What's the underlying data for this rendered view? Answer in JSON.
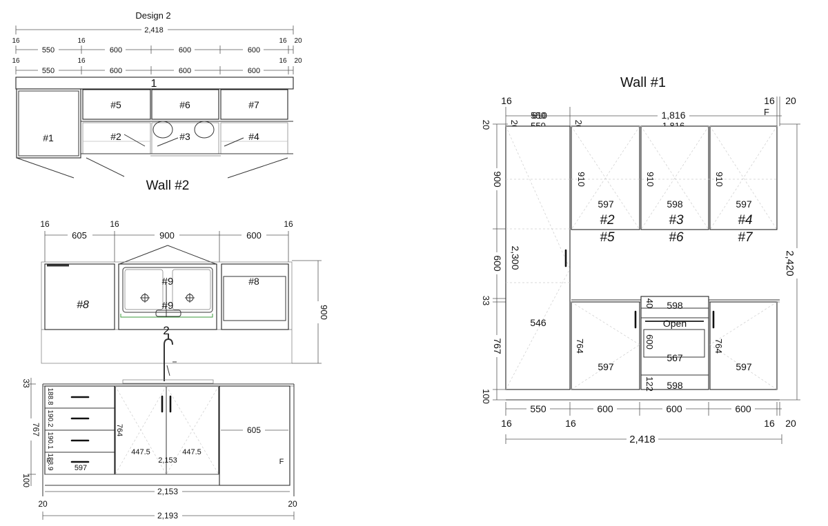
{
  "title": "Design 2",
  "plan2": {
    "label_wall": "Wall #2",
    "label_num": "1",
    "dim_total": "2,418",
    "dims_row1": [
      "16",
      "550",
      "16",
      "600",
      "600",
      "600",
      "16",
      "20"
    ],
    "dims_row2": [
      "16",
      "550",
      "16",
      "600",
      "600",
      "600",
      "16",
      "20"
    ],
    "units": [
      "#1",
      "#5",
      "#6",
      "#7",
      "#2",
      "#3",
      "#4"
    ]
  },
  "plan_sink": {
    "dims": [
      "16",
      "605",
      "16",
      "900",
      "600",
      "16"
    ],
    "units": [
      "#8",
      "#9",
      "#9",
      "#8"
    ],
    "dim_right": "900",
    "label_num": "2"
  },
  "elev2": {
    "dims_left": [
      "33",
      "767",
      "100"
    ],
    "drawer_values": [
      "188.8",
      "190.2",
      "190.1",
      "188.9"
    ],
    "drawer_bottom": "597",
    "center_height": "764",
    "door_width_left": "447.5",
    "door_width_right": "447.5",
    "center_width": "2,153",
    "right_width": "605",
    "right_marker": "F",
    "left_marker": "F",
    "dim_inner": "2,153",
    "dim_total": "2,193",
    "end_left": "20",
    "end_right": "20"
  },
  "wall1": {
    "title": "Wall #1",
    "top_left": "16",
    "top_right_a": "16",
    "top_right_b": "20",
    "overlap_550": "550",
    "overlap_610": "610",
    "width_1816": "1,816",
    "width_1816b": "1,816",
    "marker_f": "F",
    "left_20": "20",
    "inner_20a": "20",
    "inner_20b": "20",
    "left_dims": [
      "900",
      "600",
      "33",
      "767",
      "100"
    ],
    "tall_height": "2,300",
    "tall_width": "546",
    "upper_heights": [
      "910",
      "910",
      "910"
    ],
    "upper_widths": [
      "597",
      "598",
      "597"
    ],
    "upper_labels_a": [
      "#2",
      "#3",
      "#4"
    ],
    "upper_labels_b": [
      "#5",
      "#6",
      "#7"
    ],
    "right_height": "2,420",
    "oven_top": "40",
    "oven_top_w": "598",
    "oven_label": "Open",
    "oven_height": "600",
    "oven_w": "567",
    "oven_bottom": "122",
    "oven_bottom_w": "598",
    "lower_heights": [
      "764",
      "764"
    ],
    "lower_widths": [
      "597",
      "597"
    ],
    "bottom_dims": [
      "550",
      "600",
      "600",
      "600"
    ],
    "bottom_ends": [
      "16",
      "16",
      "16",
      "20"
    ],
    "dim_total": "2,418"
  }
}
